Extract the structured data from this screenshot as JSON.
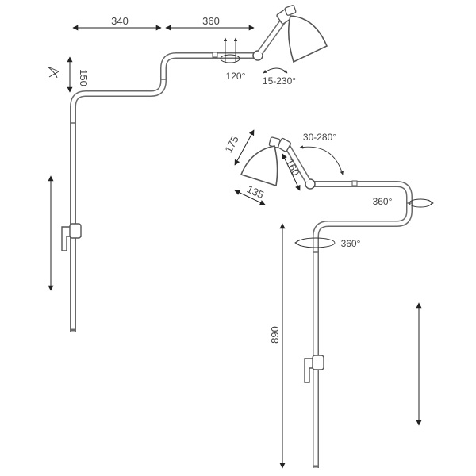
{
  "lamp_a": {
    "arm_length_1": "340",
    "arm_length_2": "360",
    "drop_height": "150",
    "pivot_rotation": "120°",
    "shade_tilt": "15-230°"
  },
  "lamp_b": {
    "shade_depth": "175",
    "shade_width": "135",
    "arm_length": "160",
    "arm_tilt": "30-280°",
    "elbow_rotation": "360°",
    "base_rotation": "360°",
    "height": "890"
  },
  "colors": {
    "pipe_outline": "#6b6b6b",
    "dimension_line": "#222222",
    "text": "#444444"
  }
}
